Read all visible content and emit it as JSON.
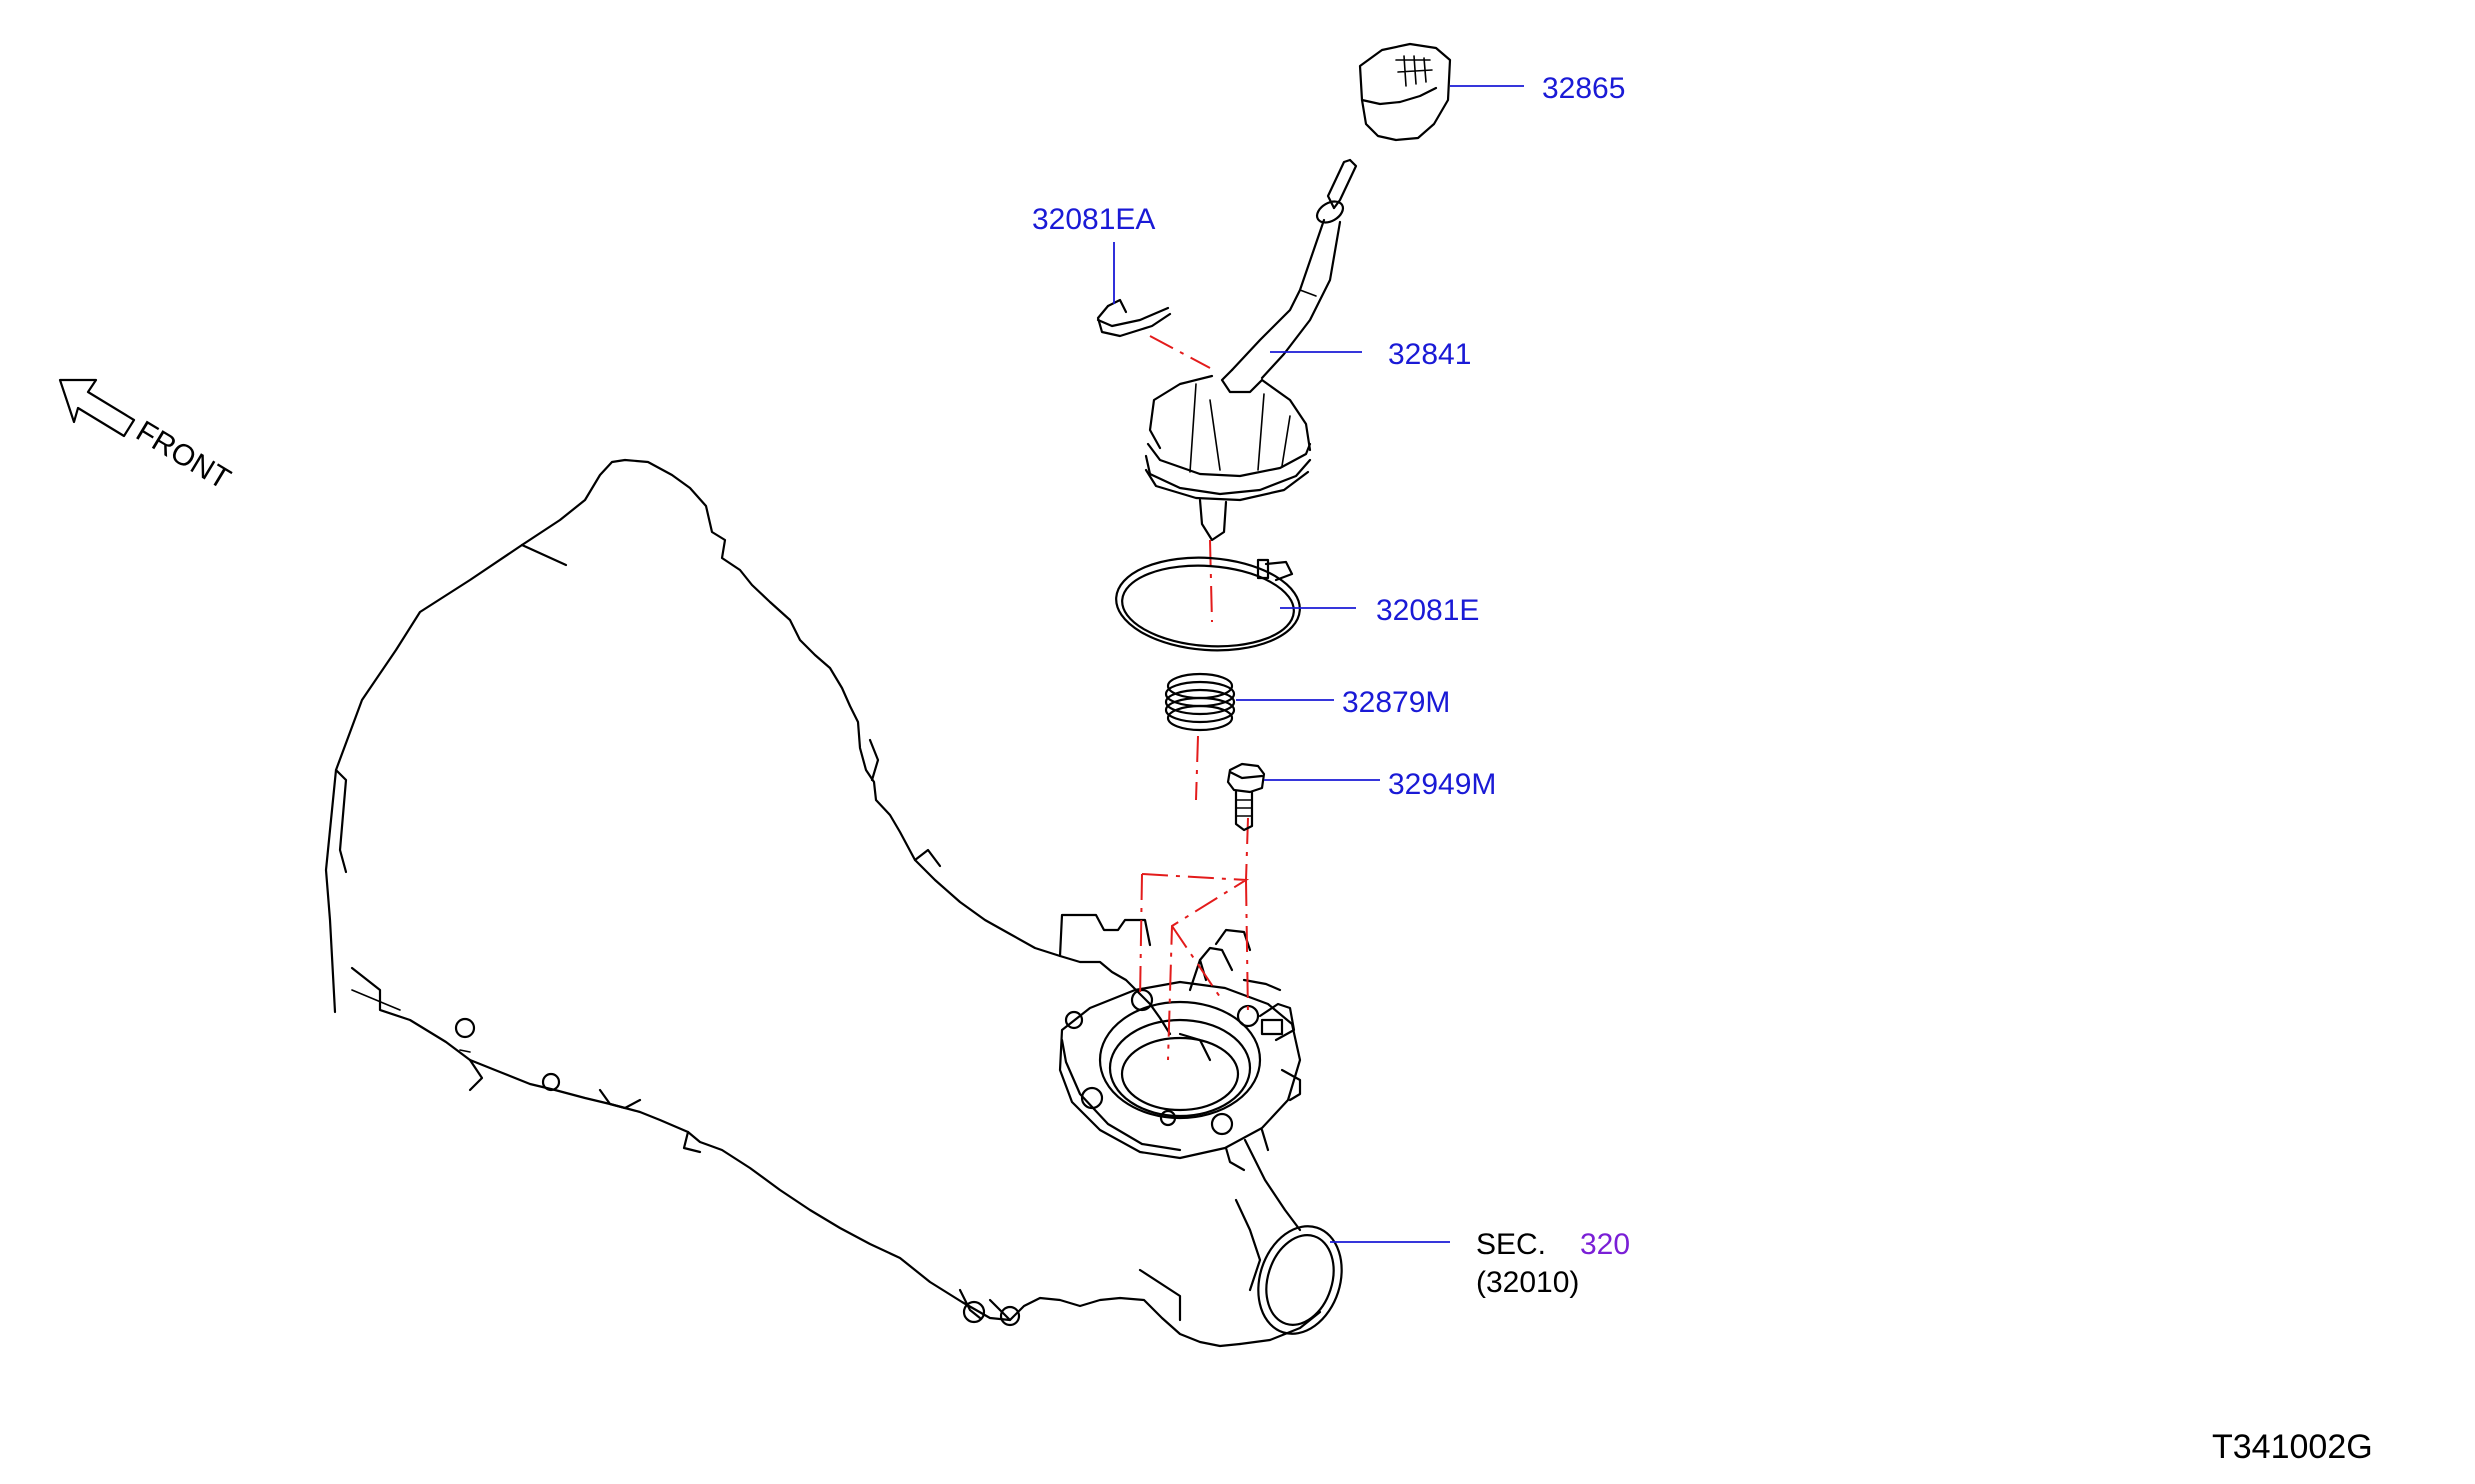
{
  "parts": {
    "knob": "32865",
    "clip": "32081EA",
    "lever": "32841",
    "band": "32081E",
    "spring": "32879M",
    "bolt": "32949M"
  },
  "section_ref": {
    "prefix": "SEC.",
    "number": "320",
    "part": "(32010)"
  },
  "direction_label": "FRONT",
  "diagram_code": "T341002G",
  "colors": {
    "label_blue": "#1a1ad6",
    "section_purple": "#7a1fd6",
    "centerline_red": "#e31b1b"
  }
}
